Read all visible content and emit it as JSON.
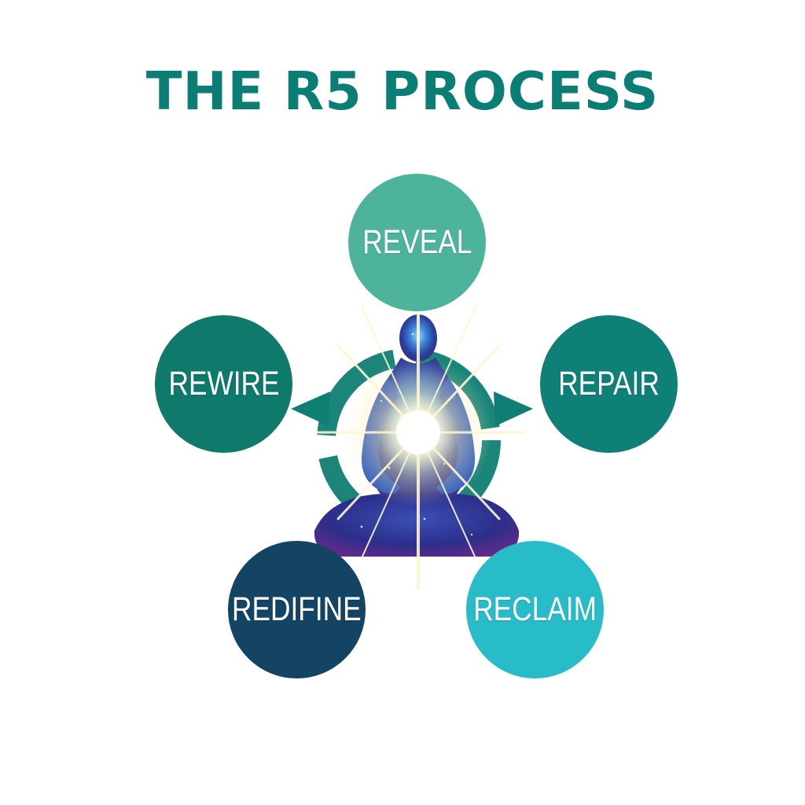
{
  "title": "THE R5 PROCESS",
  "steps": [
    {
      "label": "REVEAL",
      "color": "#4db39a"
    },
    {
      "label": "REPAIR",
      "color": "#0f8078"
    },
    {
      "label": "RECLAIM",
      "color": "#27bcc8"
    },
    {
      "label": "REDIFINE",
      "color": "#144463"
    },
    {
      "label": "REWIRE",
      "color": "#0d7a6b"
    }
  ],
  "center_figure": {
    "icon": "meditating-person-icon",
    "cycle": "circular-arrows-icon",
    "glow": "light-burst-icon",
    "ring_color": "#0f7e73"
  }
}
